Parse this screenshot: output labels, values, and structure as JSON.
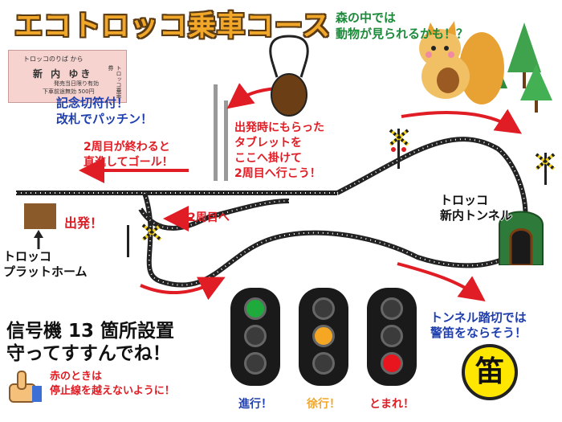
{
  "title": "エコトロッコ乗車コース",
  "forest_note": [
    "森の中では",
    "動物が見られるかも！？"
  ],
  "ticket": {
    "line1": "トロッコのりば から",
    "line2": "新 内 ゆき",
    "line3": "発売当日限り有効",
    "line4": "下車前途無効 500円",
    "line5": "トロッコ乗車券"
  },
  "ticket_note": [
    "記念切符付！",
    "改札でパッチン！"
  ],
  "tablet_note": [
    "出発時にもらった",
    "タブレットを",
    "ここへ掛けて",
    "2周目へ行こう！"
  ],
  "finish_note": [
    "2周目が終わると",
    "直進してゴール！"
  ],
  "start_label": "出発！",
  "second_lap_label": "2周目へ",
  "platform_label": [
    "トロッコ",
    "プラットホーム"
  ],
  "tunnel_label": [
    "トロッコ",
    "新内トンネル"
  ],
  "signals_note": [
    "信号機 13 箇所設置",
    "守ってすすんでね！"
  ],
  "red_stop_note": [
    "赤のときは",
    "停止線を越えないように！"
  ],
  "tunnel_crossing_note": [
    "トンネル踏切では",
    "警笛をならそう！"
  ],
  "whistle_char": "笛",
  "signals": [
    {
      "label": "進行！",
      "active": 0,
      "color": "#1faa3c"
    },
    {
      "label": "徐行！",
      "active": 1,
      "color": "#f5a623"
    },
    {
      "label": "とまれ！",
      "active": 2,
      "color": "#e8141e"
    }
  ],
  "colors": {
    "title_fill": "#f0a72a",
    "accent_red": "#e01c24",
    "accent_blue": "#1f3fae",
    "forest_green": "#1c8a3a",
    "track": "#222222",
    "platform": "#8a5a2b"
  },
  "icons": [
    "squirrel-icon",
    "tree-icon",
    "tablet-ring-icon",
    "crossing-signal-icon",
    "thumbs-up-icon",
    "tunnel-icon",
    "whistle-icon",
    "up-arrow-icon"
  ]
}
